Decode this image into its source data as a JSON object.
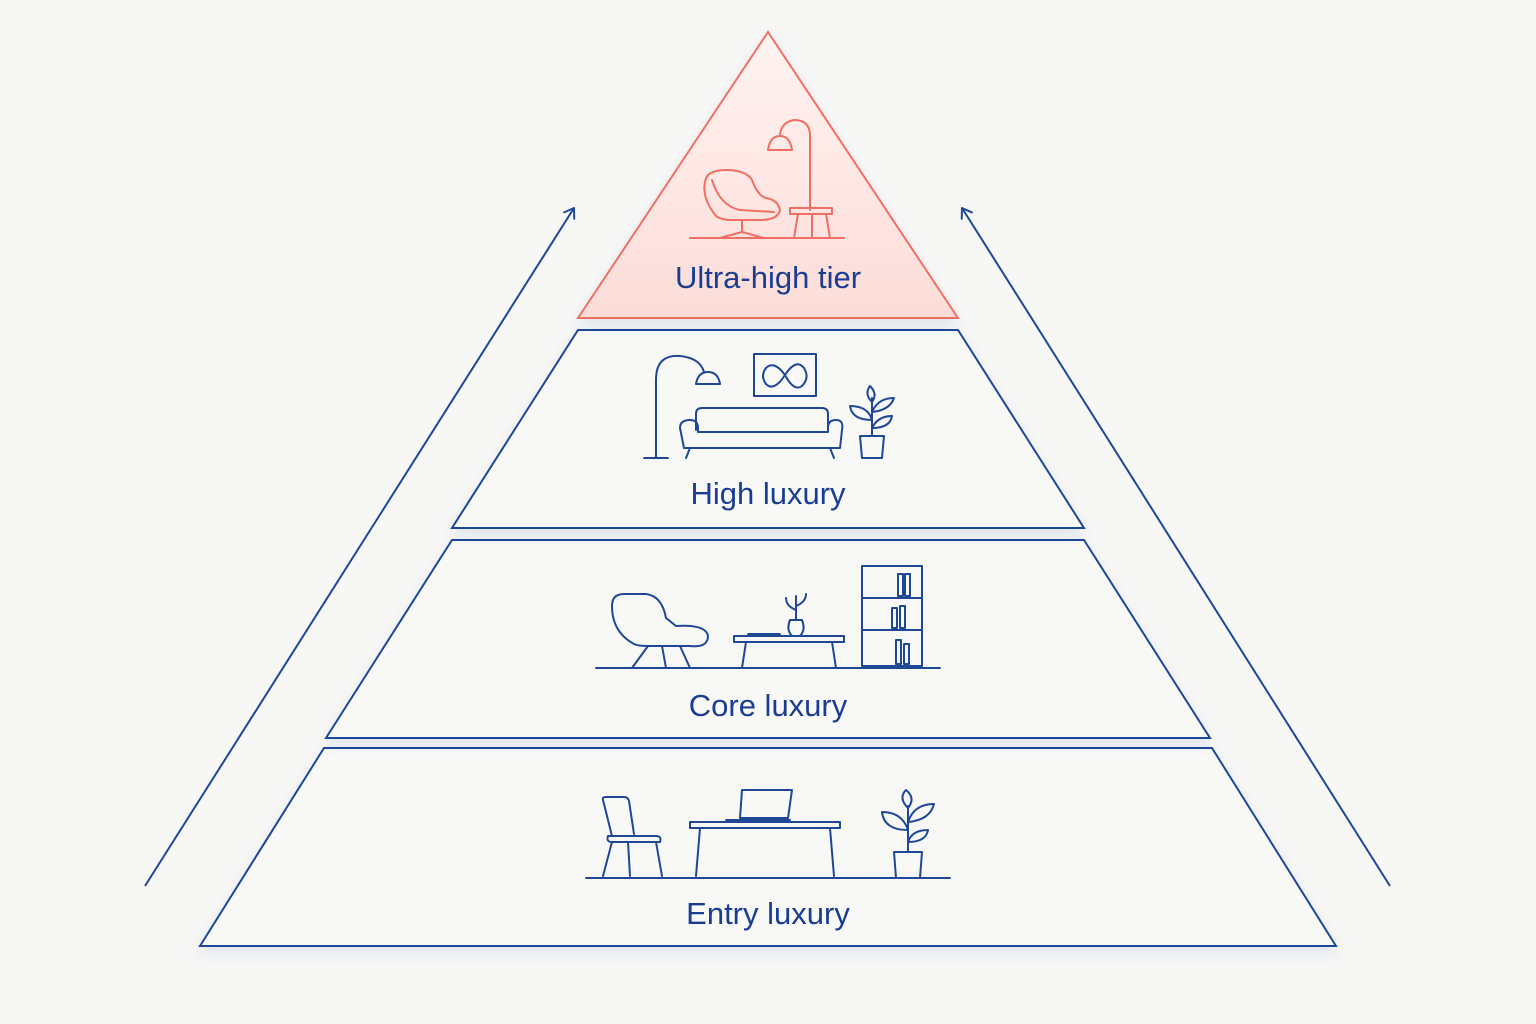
{
  "diagram": {
    "colors": {
      "background": "#f7f7f6",
      "outline": "#1f4796",
      "label": "#1a3d8f",
      "top_outline": "#ef6f64",
      "top_fill": "#fde6e3"
    },
    "tiers": [
      {
        "label": "Ultra-high tier",
        "icon": "lounge-chair-floor-lamp-side-table-icon",
        "highlighted": true
      },
      {
        "label": "High luxury",
        "icon": "sofa-floor-lamp-art-frame-plant-icon",
        "highlighted": false
      },
      {
        "label": "Core luxury",
        "icon": "armchair-coffee-table-bookshelf-icon",
        "highlighted": false
      },
      {
        "label": "Entry luxury",
        "icon": "chair-desk-laptop-plant-icon",
        "highlighted": false
      }
    ],
    "arrows": {
      "left": "arrow-up-right-icon",
      "right": "arrow-up-left-icon"
    }
  }
}
